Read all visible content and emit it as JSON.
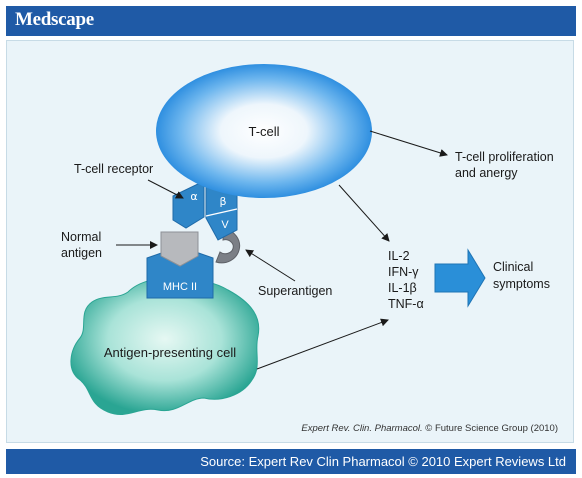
{
  "header": {
    "brand": "Medscape"
  },
  "diagram": {
    "tcell_label": "T-cell",
    "tcr_label": "T-cell receptor",
    "alpha": "α",
    "beta": "β",
    "v": "V",
    "normal_antigen_line1": "Normal",
    "normal_antigen_line2": "antigen",
    "mhc_label": "MHC II",
    "superantigen_label": "Superantigen",
    "apc_label": "Antigen-presenting cell",
    "outcome_line1": "T-cell proliferation",
    "outcome_line2": "and anergy",
    "cytokines": [
      "IL-2",
      "IFN-γ",
      "IL-1β",
      "TNF-α"
    ],
    "clinical_line1": "Clinical",
    "clinical_line2": "symptoms",
    "credit_journal": "Expert Rev. Clin. Pharmacol.",
    "credit_rest": " © Future Science Group (2010)"
  },
  "footer": {
    "source": "Source: Expert Rev Clin Pharmacol © 2010 Expert Reviews Ltd"
  },
  "colors": {
    "header_blue": "#1f5aa6",
    "tcell_blue": "#3d9ae6",
    "receptor_blue": "#2f86c8",
    "apc_teal": "#3bb6a6",
    "superantigen_gray": "#7b7f86",
    "antigen_gray": "#b7b9bd"
  }
}
